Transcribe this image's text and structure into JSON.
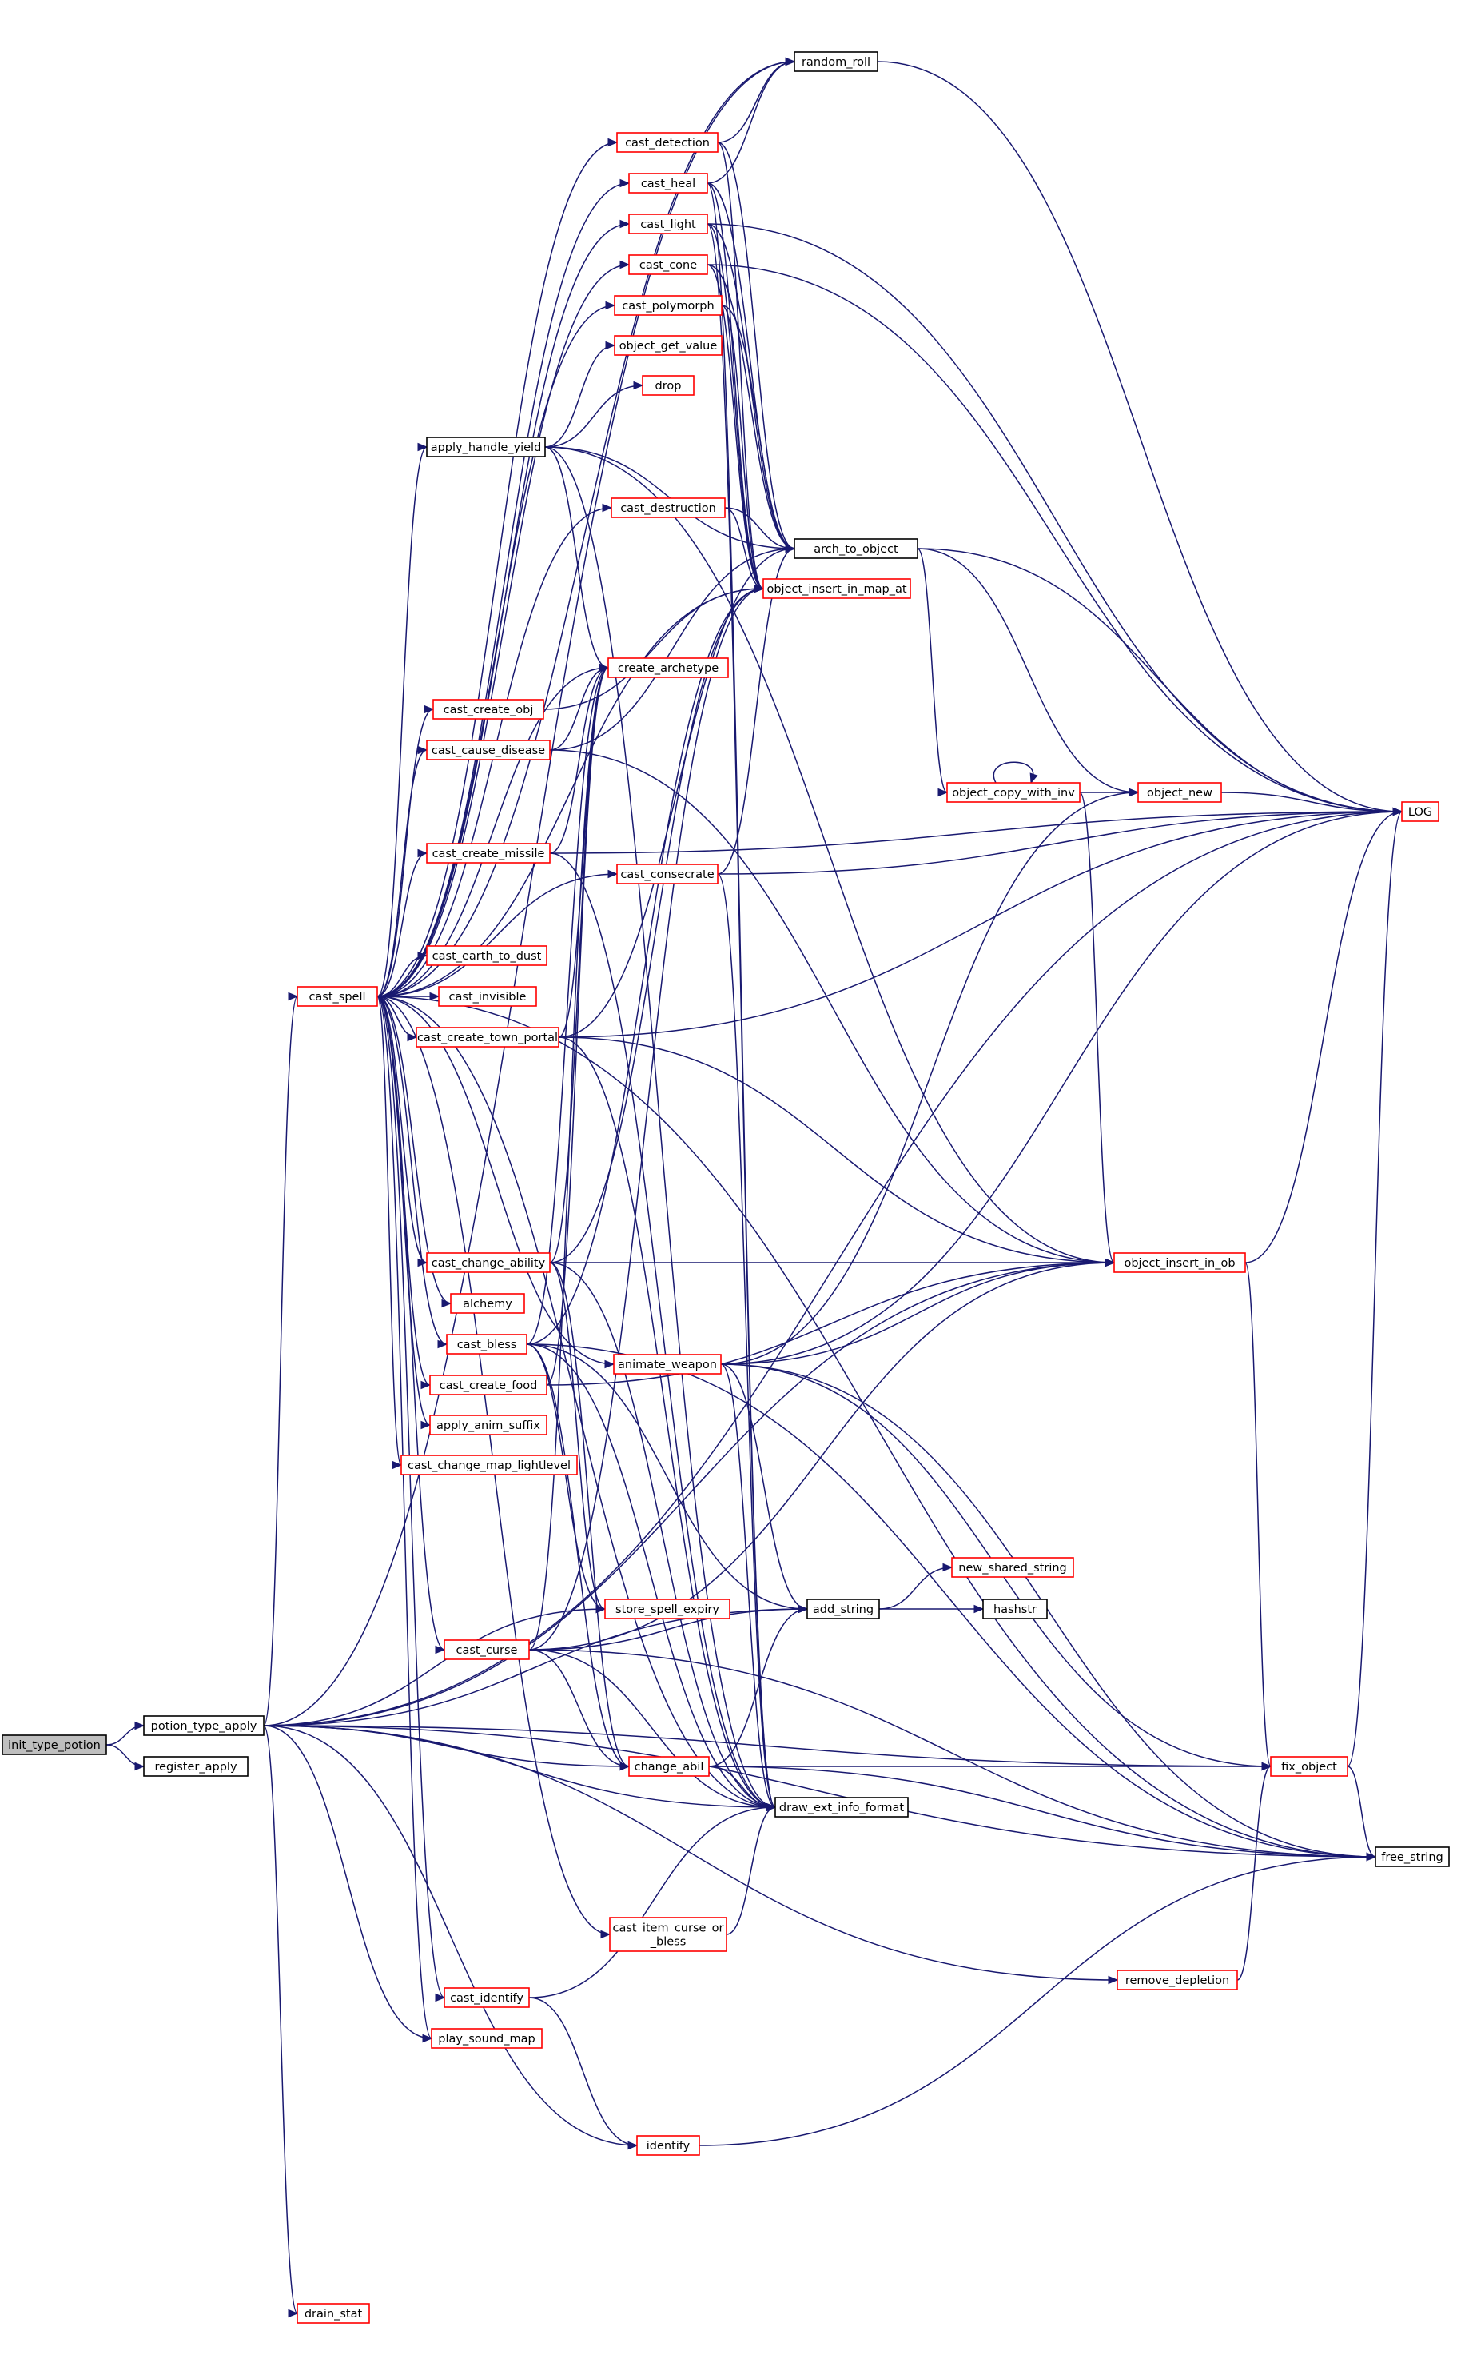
{
  "colors": {
    "edge": "#191970",
    "node_border_default": "#000000",
    "node_border_link": "#ff0000",
    "node_fill_default": "#ffffff",
    "node_fill_current": "#bfbfbf",
    "background": "#ffffff"
  },
  "nodes": {
    "init_type_potion": {
      "label": "init_type_potion",
      "style": "current"
    },
    "potion_type_apply": {
      "label": "potion_type_apply",
      "style": "plain"
    },
    "register_apply": {
      "label": "register_apply",
      "style": "plain"
    },
    "cast_spell": {
      "label": "cast_spell",
      "style": "link"
    },
    "apply_handle_yield": {
      "label": "apply_handle_yield",
      "style": "plain"
    },
    "random_roll": {
      "label": "random_roll",
      "style": "plain"
    },
    "cast_detection": {
      "label": "cast_detection",
      "style": "link"
    },
    "cast_heal": {
      "label": "cast_heal",
      "style": "link"
    },
    "cast_light": {
      "label": "cast_light",
      "style": "link"
    },
    "cast_cone": {
      "label": "cast_cone",
      "style": "link"
    },
    "cast_polymorph": {
      "label": "cast_polymorph",
      "style": "link"
    },
    "object_get_value": {
      "label": "object_get_value",
      "style": "link"
    },
    "drop": {
      "label": "drop",
      "style": "link"
    },
    "cast_destruction": {
      "label": "cast_destruction",
      "style": "link"
    },
    "arch_to_object": {
      "label": "arch_to_object",
      "style": "plain"
    },
    "object_insert_in_map_at": {
      "label": "object_insert_in_map_at",
      "style": "link"
    },
    "create_archetype": {
      "label": "create_archetype",
      "style": "link"
    },
    "cast_create_obj": {
      "label": "cast_create_obj",
      "style": "link"
    },
    "cast_cause_disease": {
      "label": "cast_cause_disease",
      "style": "link"
    },
    "object_copy_with_inv": {
      "label": "object_copy_with_inv",
      "style": "link"
    },
    "object_new": {
      "label": "object_new",
      "style": "link"
    },
    "LOG": {
      "label": "LOG",
      "style": "link"
    },
    "cast_create_missile": {
      "label": "cast_create_missile",
      "style": "link"
    },
    "cast_consecrate": {
      "label": "cast_consecrate",
      "style": "link"
    },
    "cast_earth_to_dust": {
      "label": "cast_earth_to_dust",
      "style": "link"
    },
    "cast_invisible": {
      "label": "cast_invisible",
      "style": "link"
    },
    "cast_create_town_portal": {
      "label": "cast_create_town_portal",
      "style": "link"
    },
    "object_insert_in_ob": {
      "label": "object_insert_in_ob",
      "style": "link"
    },
    "cast_change_ability": {
      "label": "cast_change_ability",
      "style": "link"
    },
    "alchemy": {
      "label": "alchemy",
      "style": "link"
    },
    "cast_bless": {
      "label": "cast_bless",
      "style": "link"
    },
    "animate_weapon": {
      "label": "animate_weapon",
      "style": "link"
    },
    "cast_create_food": {
      "label": "cast_create_food",
      "style": "link"
    },
    "apply_anim_suffix": {
      "label": "apply_anim_suffix",
      "style": "link"
    },
    "cast_change_map_lightlevel": {
      "label": "cast_change_map_lightlevel",
      "style": "link"
    },
    "new_shared_string": {
      "label": "new_shared_string",
      "style": "link"
    },
    "store_spell_expiry": {
      "label": "store_spell_expiry",
      "style": "link"
    },
    "add_string": {
      "label": "add_string",
      "style": "plain"
    },
    "hashstr": {
      "label": "hashstr",
      "style": "plain"
    },
    "cast_curse": {
      "label": "cast_curse",
      "style": "link"
    },
    "change_abil": {
      "label": "change_abil",
      "style": "link"
    },
    "fix_object": {
      "label": "fix_object",
      "style": "link"
    },
    "draw_ext_info_format": {
      "label": "draw_ext_info_format",
      "style": "plain"
    },
    "free_string": {
      "label": "free_string",
      "style": "plain"
    },
    "cast_item_curse_or_bless": {
      "label": [
        "cast_item_curse_or",
        "_bless"
      ],
      "style": "link"
    },
    "remove_depletion": {
      "label": "remove_depletion",
      "style": "link"
    },
    "cast_identify": {
      "label": "cast_identify",
      "style": "link"
    },
    "play_sound_map": {
      "label": "play_sound_map",
      "style": "link"
    },
    "identify": {
      "label": "identify",
      "style": "link"
    },
    "drain_stat": {
      "label": "drain_stat",
      "style": "link"
    }
  },
  "edges": [
    [
      "init_type_potion",
      "potion_type_apply"
    ],
    [
      "init_type_potion",
      "register_apply"
    ],
    [
      "potion_type_apply",
      "cast_spell"
    ],
    [
      "potion_type_apply",
      "random_roll"
    ],
    [
      "potion_type_apply",
      "LOG"
    ],
    [
      "potion_type_apply",
      "object_insert_in_ob"
    ],
    [
      "potion_type_apply",
      "store_spell_expiry"
    ],
    [
      "potion_type_apply",
      "add_string"
    ],
    [
      "potion_type_apply",
      "change_abil"
    ],
    [
      "potion_type_apply",
      "fix_object"
    ],
    [
      "potion_type_apply",
      "draw_ext_info_format"
    ],
    [
      "potion_type_apply",
      "free_string"
    ],
    [
      "potion_type_apply",
      "remove_depletion"
    ],
    [
      "potion_type_apply",
      "play_sound_map"
    ],
    [
      "potion_type_apply",
      "identify"
    ],
    [
      "potion_type_apply",
      "drain_stat"
    ],
    [
      "cast_spell",
      "random_roll"
    ],
    [
      "cast_spell",
      "cast_detection"
    ],
    [
      "cast_spell",
      "cast_heal"
    ],
    [
      "cast_spell",
      "cast_light"
    ],
    [
      "cast_spell",
      "cast_cone"
    ],
    [
      "cast_spell",
      "cast_polymorph"
    ],
    [
      "cast_spell",
      "apply_handle_yield"
    ],
    [
      "cast_spell",
      "cast_destruction"
    ],
    [
      "cast_spell",
      "object_insert_in_map_at"
    ],
    [
      "cast_spell",
      "create_archetype"
    ],
    [
      "cast_spell",
      "cast_create_obj"
    ],
    [
      "cast_spell",
      "cast_cause_disease"
    ],
    [
      "cast_spell",
      "cast_create_missile"
    ],
    [
      "cast_spell",
      "cast_consecrate"
    ],
    [
      "cast_spell",
      "cast_earth_to_dust"
    ],
    [
      "cast_spell",
      "cast_invisible"
    ],
    [
      "cast_spell",
      "cast_create_town_portal"
    ],
    [
      "cast_spell",
      "cast_change_ability"
    ],
    [
      "cast_spell",
      "alchemy"
    ],
    [
      "cast_spell",
      "cast_bless"
    ],
    [
      "cast_spell",
      "animate_weapon"
    ],
    [
      "cast_spell",
      "cast_create_food"
    ],
    [
      "cast_spell",
      "apply_anim_suffix"
    ],
    [
      "cast_spell",
      "cast_change_map_lightlevel"
    ],
    [
      "cast_spell",
      "cast_curse"
    ],
    [
      "cast_spell",
      "cast_item_curse_or_bless"
    ],
    [
      "cast_spell",
      "cast_identify"
    ],
    [
      "cast_spell",
      "play_sound_map"
    ],
    [
      "cast_spell",
      "draw_ext_info_format"
    ],
    [
      "cast_spell",
      "free_string"
    ],
    [
      "apply_handle_yield",
      "object_get_value"
    ],
    [
      "apply_handle_yield",
      "drop"
    ],
    [
      "apply_handle_yield",
      "arch_to_object"
    ],
    [
      "apply_handle_yield",
      "create_archetype"
    ],
    [
      "apply_handle_yield",
      "object_insert_in_ob"
    ],
    [
      "apply_handle_yield",
      "draw_ext_info_format"
    ],
    [
      "random_roll",
      "LOG"
    ],
    [
      "cast_detection",
      "random_roll"
    ],
    [
      "cast_detection",
      "arch_to_object"
    ],
    [
      "cast_detection",
      "object_insert_in_map_at"
    ],
    [
      "cast_heal",
      "random_roll"
    ],
    [
      "cast_heal",
      "arch_to_object"
    ],
    [
      "cast_heal",
      "object_insert_in_map_at"
    ],
    [
      "cast_heal",
      "draw_ext_info_format"
    ],
    [
      "cast_light",
      "LOG"
    ],
    [
      "cast_light",
      "arch_to_object"
    ],
    [
      "cast_light",
      "object_insert_in_map_at"
    ],
    [
      "cast_light",
      "draw_ext_info_format"
    ],
    [
      "cast_cone",
      "LOG"
    ],
    [
      "cast_cone",
      "arch_to_object"
    ],
    [
      "cast_cone",
      "object_insert_in_map_at"
    ],
    [
      "cast_polymorph",
      "arch_to_object"
    ],
    [
      "cast_polymorph",
      "object_insert_in_map_at"
    ],
    [
      "cast_destruction",
      "arch_to_object"
    ],
    [
      "cast_destruction",
      "object_insert_in_map_at"
    ],
    [
      "arch_to_object",
      "object_copy_with_inv"
    ],
    [
      "arch_to_object",
      "object_new"
    ],
    [
      "arch_to_object",
      "LOG"
    ],
    [
      "object_copy_with_inv",
      "object_copy_with_inv"
    ],
    [
      "object_copy_with_inv",
      "object_new"
    ],
    [
      "object_copy_with_inv",
      "object_insert_in_ob"
    ],
    [
      "object_new",
      "LOG"
    ],
    [
      "cast_create_obj",
      "object_insert_in_map_at"
    ],
    [
      "cast_cause_disease",
      "arch_to_object"
    ],
    [
      "cast_cause_disease",
      "create_archetype"
    ],
    [
      "cast_cause_disease",
      "object_insert_in_ob"
    ],
    [
      "cast_create_missile",
      "LOG"
    ],
    [
      "cast_create_missile",
      "create_archetype"
    ],
    [
      "cast_create_missile",
      "draw_ext_info_format"
    ],
    [
      "cast_consecrate",
      "LOG"
    ],
    [
      "cast_consecrate",
      "arch_to_object"
    ],
    [
      "cast_consecrate",
      "draw_ext_info_format"
    ],
    [
      "cast_create_town_portal",
      "LOG"
    ],
    [
      "cast_create_town_portal",
      "arch_to_object"
    ],
    [
      "cast_create_town_portal",
      "create_archetype"
    ],
    [
      "cast_create_town_portal",
      "object_insert_in_ob"
    ],
    [
      "cast_create_town_portal",
      "draw_ext_info_format"
    ],
    [
      "object_insert_in_ob",
      "LOG"
    ],
    [
      "object_insert_in_ob",
      "fix_object"
    ],
    [
      "cast_change_ability",
      "object_insert_in_map_at"
    ],
    [
      "cast_change_ability",
      "create_archetype"
    ],
    [
      "cast_change_ability",
      "object_insert_in_ob"
    ],
    [
      "cast_change_ability",
      "store_spell_expiry"
    ],
    [
      "cast_change_ability",
      "change_abil"
    ],
    [
      "cast_change_ability",
      "draw_ext_info_format"
    ],
    [
      "cast_bless",
      "create_archetype"
    ],
    [
      "cast_bless",
      "object_insert_in_map_at"
    ],
    [
      "cast_bless",
      "store_spell_expiry"
    ],
    [
      "cast_bless",
      "add_string"
    ],
    [
      "cast_bless",
      "change_abil"
    ],
    [
      "cast_bless",
      "draw_ext_info_format"
    ],
    [
      "cast_bless",
      "free_string"
    ],
    [
      "cast_create_food",
      "object_insert_in_ob"
    ],
    [
      "cast_create_food",
      "create_archetype"
    ],
    [
      "animate_weapon",
      "LOG"
    ],
    [
      "animate_weapon",
      "object_new"
    ],
    [
      "animate_weapon",
      "object_insert_in_ob"
    ],
    [
      "animate_weapon",
      "add_string"
    ],
    [
      "animate_weapon",
      "fix_object"
    ],
    [
      "animate_weapon",
      "draw_ext_info_format"
    ],
    [
      "animate_weapon",
      "free_string"
    ],
    [
      "add_string",
      "new_shared_string"
    ],
    [
      "add_string",
      "hashstr"
    ],
    [
      "cast_curse",
      "create_archetype"
    ],
    [
      "cast_curse",
      "object_insert_in_map_at"
    ],
    [
      "cast_curse",
      "add_string"
    ],
    [
      "cast_curse",
      "change_abil"
    ],
    [
      "cast_curse",
      "draw_ext_info_format"
    ],
    [
      "cast_curse",
      "object_insert_in_ob"
    ],
    [
      "cast_curse",
      "free_string"
    ],
    [
      "change_abil",
      "add_string"
    ],
    [
      "change_abil",
      "fix_object"
    ],
    [
      "change_abil",
      "draw_ext_info_format"
    ],
    [
      "change_abil",
      "free_string"
    ],
    [
      "fix_object",
      "LOG"
    ],
    [
      "fix_object",
      "free_string"
    ],
    [
      "cast_item_curse_or_bless",
      "draw_ext_info_format"
    ],
    [
      "remove_depletion",
      "fix_object"
    ],
    [
      "cast_identify",
      "identify"
    ],
    [
      "cast_identify",
      "draw_ext_info_format"
    ],
    [
      "identify",
      "free_string"
    ]
  ]
}
